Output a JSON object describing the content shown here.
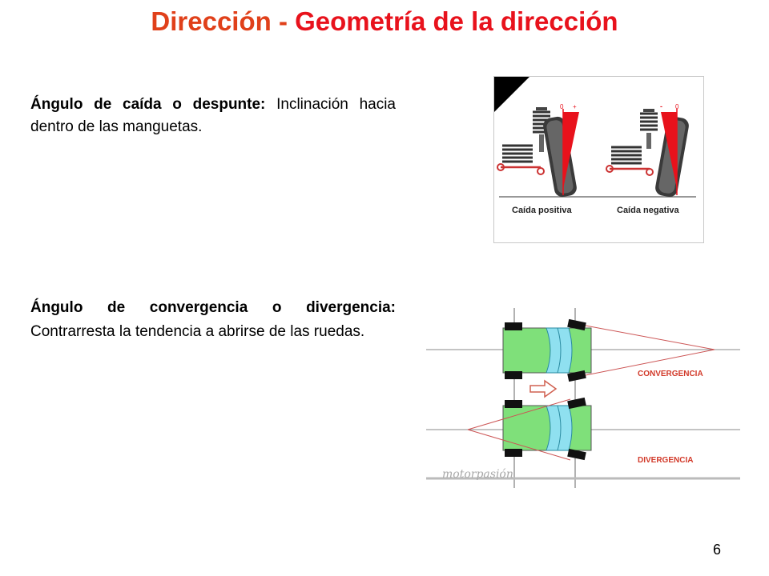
{
  "header": {
    "title_part1": "Dirección",
    "title_sep": " - ",
    "title_part2": "Geometría de la dirección"
  },
  "camber": {
    "term": "Ángulo de caída o despunte:",
    "definition": " Inclinación hacia dentro de las manguetas.",
    "figure": {
      "label_positive": "Caída positiva",
      "label_negative": "Caída negativa",
      "marks_left": [
        "0",
        "+"
      ],
      "marks_right": [
        "-",
        "0"
      ]
    }
  },
  "toe": {
    "term": "Ángulo de convergencia o divergencia:",
    "definition": " Contrarresta la tendencia a abrirse de las ruedas.",
    "figure": {
      "label_convergence": "CONVERGENCIA",
      "label_divergence": "DIVERGENCIA",
      "watermark": "motorpasión"
    }
  },
  "footer": {
    "page_number": "6"
  },
  "colors": {
    "title_accent": "#e0401a",
    "title_accent2": "#e8121c",
    "body_green": "#7fe07a",
    "glass_blue": "#8fe0f0",
    "red_wedge": "#e8121c"
  }
}
